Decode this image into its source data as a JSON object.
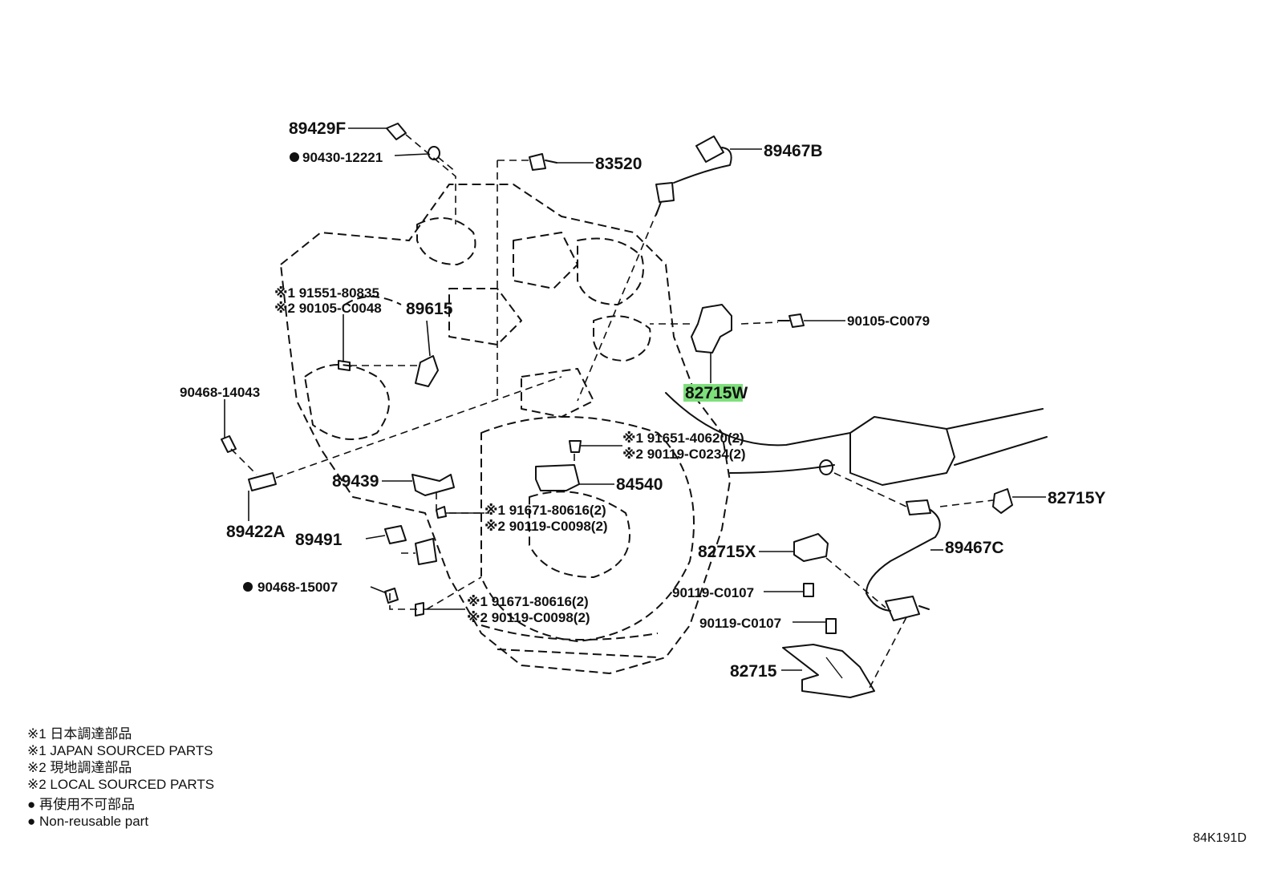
{
  "figure_id": "84K191D",
  "colors": {
    "highlight": "#7de07a",
    "ink": "#111111",
    "background": "#ffffff"
  },
  "callouts": {
    "c89429F": "89429F",
    "c90430": "90430-12221",
    "c83520": "83520",
    "c89467B": "89467B",
    "c91551": "※1 91551-80835",
    "c90105_48": "※2 90105-C0048",
    "c89615": "89615",
    "c90105_79": "90105-C0079",
    "c82715W": "82715W",
    "c90468_43": "90468-14043",
    "c91651": "※1 91651-40620(2)",
    "c90119_0234": "※2 90119-C0234(2)",
    "c89439": "89439",
    "c84540": "84540",
    "c91671_a": "※1 91671-80616(2)",
    "c90119_98a": "※2 90119-C0098(2)",
    "c82715Y": "82715Y",
    "c89422A": "89422A",
    "c89491": "89491",
    "c82715X": "82715X",
    "c89467C": "89467C",
    "c90468_07": "90468-15007",
    "c90119_107a": "90119-C0107",
    "c91671_b": "※1 91671-80616(2)",
    "c90119_98b": "※2 90119-C0098(2)",
    "c90119_107b": "90119-C0107",
    "c82715": "82715"
  },
  "legend": [
    "※1 日本調達部品",
    "※1 JAPAN SOURCED PARTS",
    "※2 現地調達部品",
    "※2 LOCAL SOURCED PARTS",
    "● 再使用不可部品",
    "● Non-reusable part"
  ]
}
